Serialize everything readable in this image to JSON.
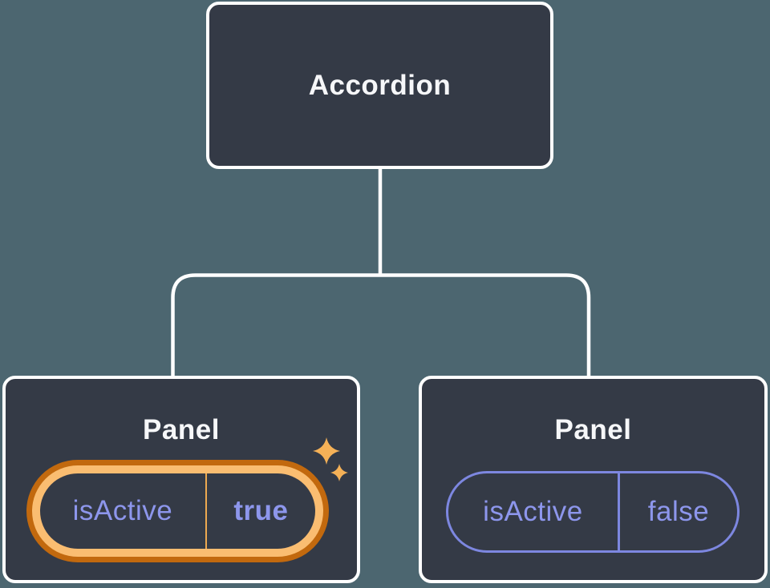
{
  "colors": {
    "background": "#4c6670",
    "node-fill": "#343a46",
    "line": "#ffffff",
    "title-text": "#f6f7f9",
    "prop-text": "#8d96ec",
    "prop-border": "#7d87e0",
    "highlight-outer": "#c2690e",
    "highlight-inner": "#fabd71",
    "highlight-divider": "#eda950",
    "sparkle": "#f5b157"
  },
  "tree": {
    "root": {
      "label": "Accordion"
    },
    "children": [
      {
        "label": "Panel",
        "highlighted": true,
        "prop": {
          "name": "isActive",
          "value": "true"
        }
      },
      {
        "label": "Panel",
        "highlighted": false,
        "prop": {
          "name": "isActive",
          "value": "false"
        }
      }
    ]
  }
}
